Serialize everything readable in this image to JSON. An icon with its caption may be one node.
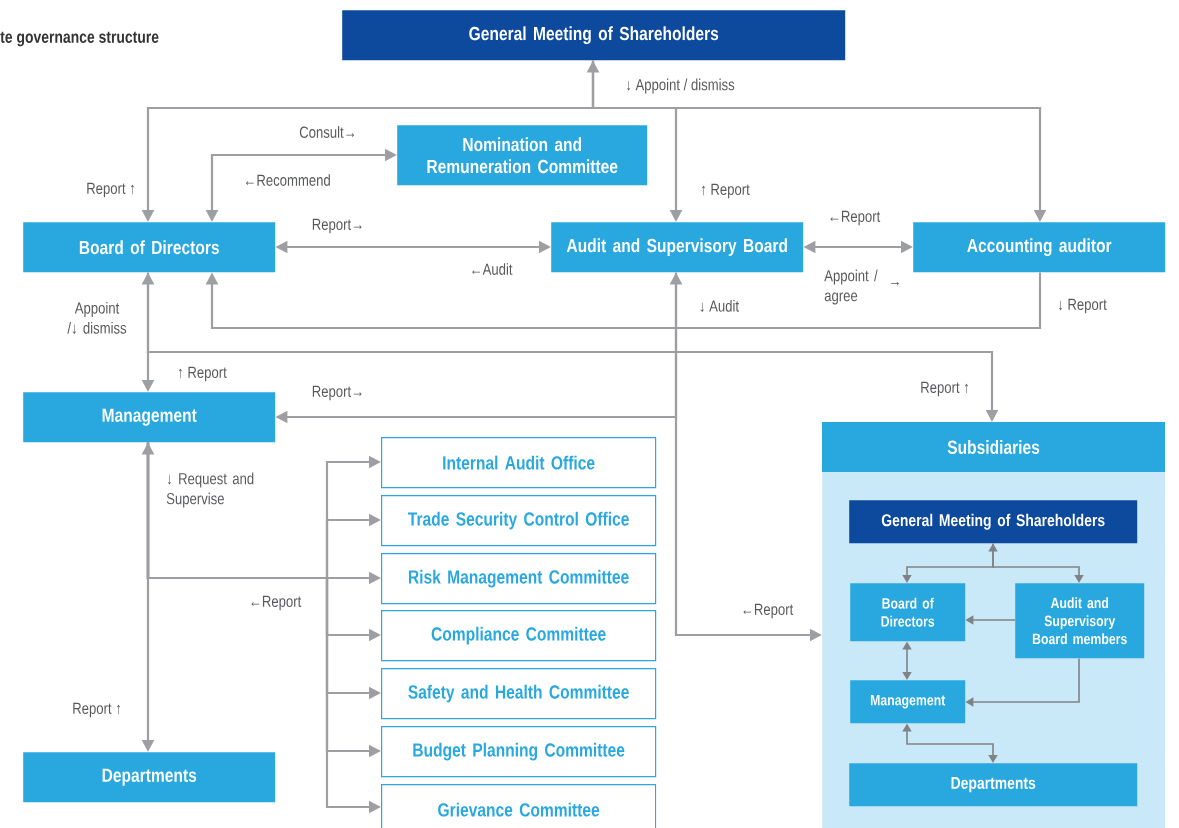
{
  "diagram": {
    "title": "te governance structure",
    "nodes": [
      {
        "text": [
          "General Meeting of Shareholders"
        ]
      },
      {
        "text": [
          "Nomination and Remuneration Committee"
        ]
      },
      {
        "text": [
          "Board of Directors"
        ]
      },
      {
        "text": [
          "Audit and Supervisory Board"
        ]
      },
      {
        "text": [
          "Accounting auditor"
        ]
      },
      {
        "text": [
          "Management"
        ]
      },
      {
        "text": [
          "Internal Audit Office"
        ]
      },
      {
        "text": [
          "Trade Security Control Office"
        ]
      },
      {
        "text": [
          "Risk Management Committee"
        ]
      },
      {
        "text": [
          "Compliance Committee"
        ]
      },
      {
        "text": [
          "Safety and Health Committee"
        ]
      },
      {
        "text": [
          "Budget Planning Committee"
        ]
      },
      {
        "text": [
          "Grievance Committee"
        ]
      },
      {
        "text": [
          "Departments"
        ]
      },
      {
        "text": [
          "Subsidiaries"
        ]
      },
      {
        "text": [
          "General Meeting of Shareholders"
        ],
        "in": 14
      },
      {
        "text": [
          "Board of Directors"
        ],
        "in": 14
      },
      {
        "text": [
          "Audit and Supervisory Board members"
        ],
        "in": 14
      },
      {
        "text": [
          "Management"
        ],
        "in": 14
      },
      {
        "text": [
          "Departments"
        ],
        "in": 14
      }
    ],
    "edges": [
      {
        "from": 0,
        "to": 2,
        "arrow": "both",
        "label": "Report ↑"
      },
      {
        "from": 0,
        "to": 3,
        "arrow": "to",
        "label": "↑ Report"
      },
      {
        "from": 0,
        "to": 4,
        "arrow": "to"
      },
      {
        "from": 2,
        "to": 1,
        "arrow": "both",
        "label": "Consult→"
      },
      {
        "from": 2,
        "to": 3,
        "arrow": "both",
        "label": "Report→"
      },
      {
        "from": 3,
        "to": 4,
        "arrow": "both",
        "label": "←Report"
      },
      {
        "from": 4,
        "to": 2,
        "arrow": "to",
        "label": "↓ Report"
      },
      {
        "from": 2,
        "to": 5,
        "arrow": "both",
        "label": "↑ Report"
      },
      {
        "from": 2,
        "to": 14,
        "arrow": "to",
        "label": "Report ↑"
      },
      {
        "from": 3,
        "to": 5,
        "arrow": "both",
        "label": "Report→"
      },
      {
        "from": 3,
        "to": 14,
        "arrow": "to",
        "label": "←Report"
      },
      {
        "from": 5,
        "to": 13,
        "arrow": "both",
        "label": "Report ↑"
      },
      {
        "from": 5,
        "to": 6,
        "arrow": "to"
      },
      {
        "from": 5,
        "to": 7,
        "arrow": "to"
      },
      {
        "from": 5,
        "to": 8,
        "arrow": "to"
      },
      {
        "from": 5,
        "to": 9,
        "arrow": "to"
      },
      {
        "from": 5,
        "to": 10,
        "arrow": "to"
      },
      {
        "from": 5,
        "to": 11,
        "arrow": "to"
      },
      {
        "from": 5,
        "to": 12,
        "arrow": "to"
      },
      {
        "from": 15,
        "to": 16,
        "arrow": "both",
        "color": "#808285"
      },
      {
        "from": 15,
        "to": 17,
        "arrow": "to",
        "color": "#808285"
      },
      {
        "from": 17,
        "to": 16,
        "arrow": "to",
        "color": "#808285"
      },
      {
        "from": 16,
        "to": 18,
        "arrow": "both",
        "color": "#808285"
      },
      {
        "from": 17,
        "to": 18,
        "arrow": "to",
        "color": "#808285"
      },
      {
        "from": 18,
        "to": 19,
        "arrow": "both",
        "color": "#808285"
      }
    ],
    "labels": [
      "↓ Appoint / dismiss",
      "←Recommend",
      "←Audit",
      "Appoint / agree",
      "→",
      "↓ Audit",
      "Appoint /↓ dismiss",
      "↓ Request and Supervise",
      "←Report"
    ]
  }
}
